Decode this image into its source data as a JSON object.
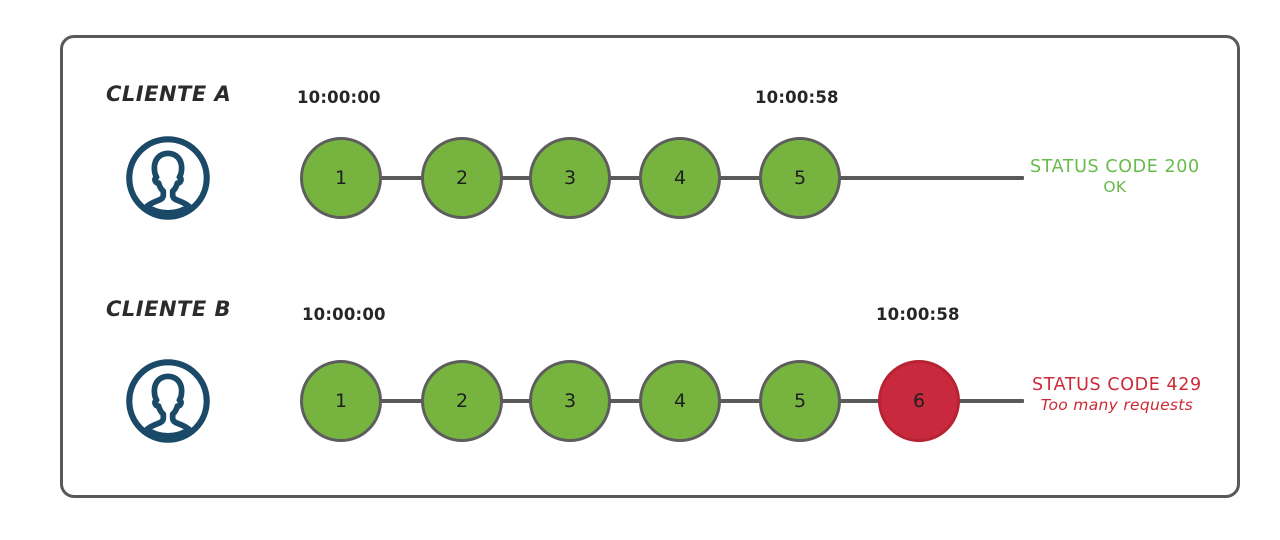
{
  "diagram": {
    "title_present": false,
    "colors": {
      "frame_stroke": "#595959",
      "node_ok": "#76b43f",
      "node_error": "#c9293c",
      "connector": "#5a5a5a",
      "avatar": "#1b4a69",
      "status_ok_text": "#66bb4a",
      "status_error_text": "#cc2936",
      "background": "#ffffff"
    },
    "rows": [
      {
        "id": "cliente-a",
        "label": "CLIENTE A",
        "avatar_icon": "user-avatar-icon",
        "timestamp_start": "10:00:00",
        "timestamp_end": "10:00:58",
        "nodes": [
          {
            "n": "1",
            "state": "ok"
          },
          {
            "n": "2",
            "state": "ok"
          },
          {
            "n": "3",
            "state": "ok"
          },
          {
            "n": "4",
            "state": "ok"
          },
          {
            "n": "5",
            "state": "ok"
          }
        ],
        "status": {
          "line1": "STATUS CODE 200",
          "line2": "OK",
          "state": "ok"
        }
      },
      {
        "id": "cliente-b",
        "label": "CLIENTE B",
        "avatar_icon": "user-avatar-icon",
        "timestamp_start": "10:00:00",
        "timestamp_end": "10:00:58",
        "nodes": [
          {
            "n": "1",
            "state": "ok"
          },
          {
            "n": "2",
            "state": "ok"
          },
          {
            "n": "3",
            "state": "ok"
          },
          {
            "n": "4",
            "state": "ok"
          },
          {
            "n": "5",
            "state": "ok"
          },
          {
            "n": "6",
            "state": "error"
          }
        ],
        "status": {
          "line1": "STATUS CODE 429",
          "line2": "Too many requests",
          "state": "error"
        }
      }
    ]
  }
}
